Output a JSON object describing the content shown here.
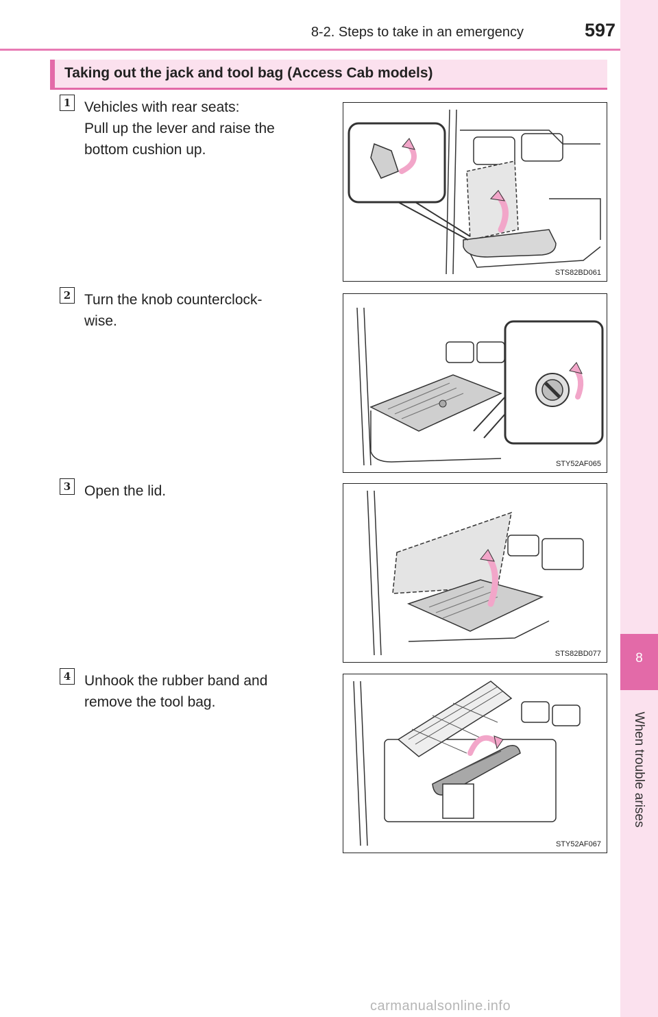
{
  "header": {
    "section": "8-2. Steps to take in an emergency",
    "page_number": "597"
  },
  "side_tab": {
    "chapter_number": "8",
    "chapter_title": "When trouble arises"
  },
  "heading": "Taking out the jack and tool bag (Access Cab models)",
  "steps": [
    {
      "number": "1",
      "lines": [
        "Vehicles with rear seats:",
        "Pull up the lever and raise the",
        "bottom cushion up."
      ],
      "figure_code": "STS82BD061",
      "figure_icon": "seat-cushion-lever-illustration"
    },
    {
      "number": "2",
      "lines": [
        "Turn the knob counterclock-",
        "wise."
      ],
      "figure_code": "STY52AF065",
      "figure_icon": "storage-knob-illustration"
    },
    {
      "number": "3",
      "lines": [
        "Open the lid."
      ],
      "figure_code": "STS82BD077",
      "figure_icon": "open-lid-illustration"
    },
    {
      "number": "4",
      "lines": [
        "Unhook the rubber band and",
        "remove the tool bag."
      ],
      "figure_code": "STY52AF067",
      "figure_icon": "tool-bag-illustration"
    }
  ],
  "watermark": "carmanualsonline.info",
  "colors": {
    "accent": "#e36aa8",
    "accent_light": "#fbe1ee",
    "arrow": "#f2a6c9"
  }
}
